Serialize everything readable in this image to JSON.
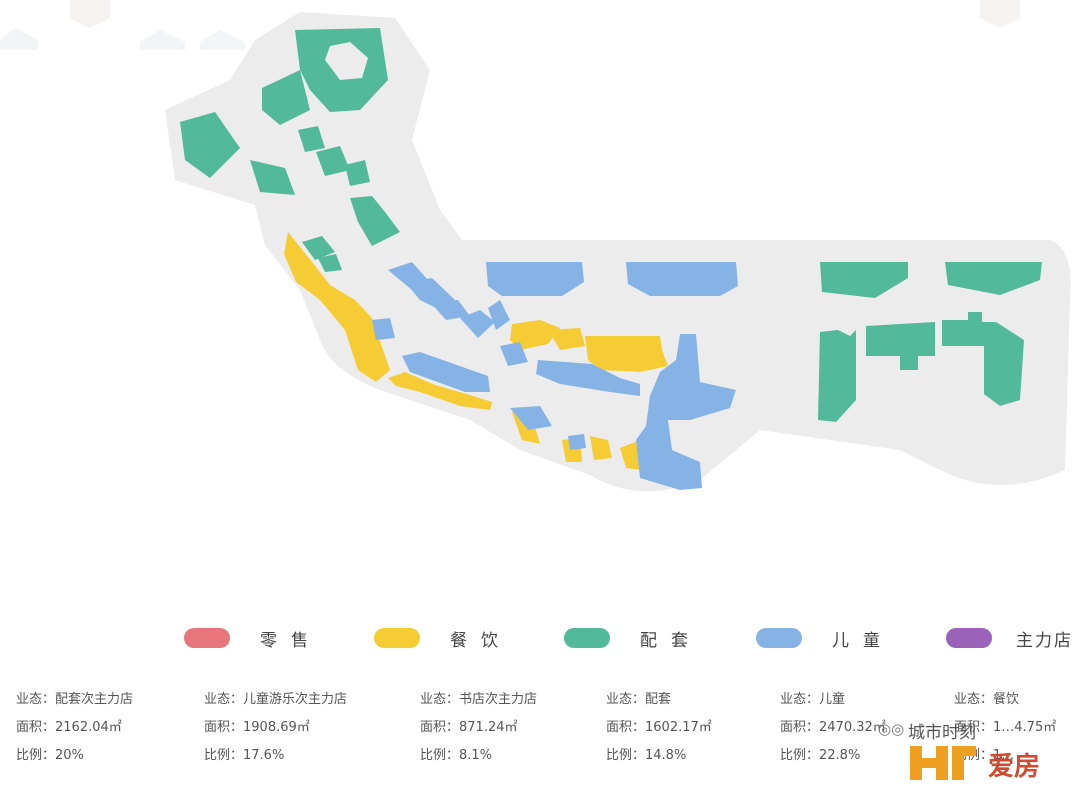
{
  "colors": {
    "retail": "#e8757c",
    "dining": "#f5cc33",
    "supporting": "#52b99a",
    "children": "#86b3e6",
    "anchor": "#9a62b8",
    "floor": "#ececec",
    "text": "#555555"
  },
  "legend": [
    {
      "key": "retail",
      "label": "零售"
    },
    {
      "key": "dining",
      "label": "餐饮"
    },
    {
      "key": "supporting",
      "label": "配套"
    },
    {
      "key": "children",
      "label": "儿童"
    },
    {
      "key": "anchor",
      "label": "主力店"
    }
  ],
  "stats": [
    {
      "format": "业态：配套次主力店",
      "area": "面积：2162.04㎡",
      "ratio": "比例：20%"
    },
    {
      "format": "业态：儿童游乐次主力店",
      "area": "面积：1908.69㎡",
      "ratio": "比例：17.6%"
    },
    {
      "format": "业态：书店次主力店",
      "area": "面积：871.24㎡",
      "ratio": "比例：8.1%"
    },
    {
      "format": "业态：配套",
      "area": "面积：1602.17㎡",
      "ratio": "比例：14.8%"
    },
    {
      "format": "业态：儿童",
      "area": "面积：2470.32㎡",
      "ratio": "比例：22.8%"
    },
    {
      "format": "业态：餐饮",
      "area": "面积：1…4.75㎡",
      "ratio": "比例：1…"
    }
  ],
  "watermark": {
    "wechat_icon": "wechat-icon",
    "account": "城市时刻",
    "brand": "爱房"
  }
}
